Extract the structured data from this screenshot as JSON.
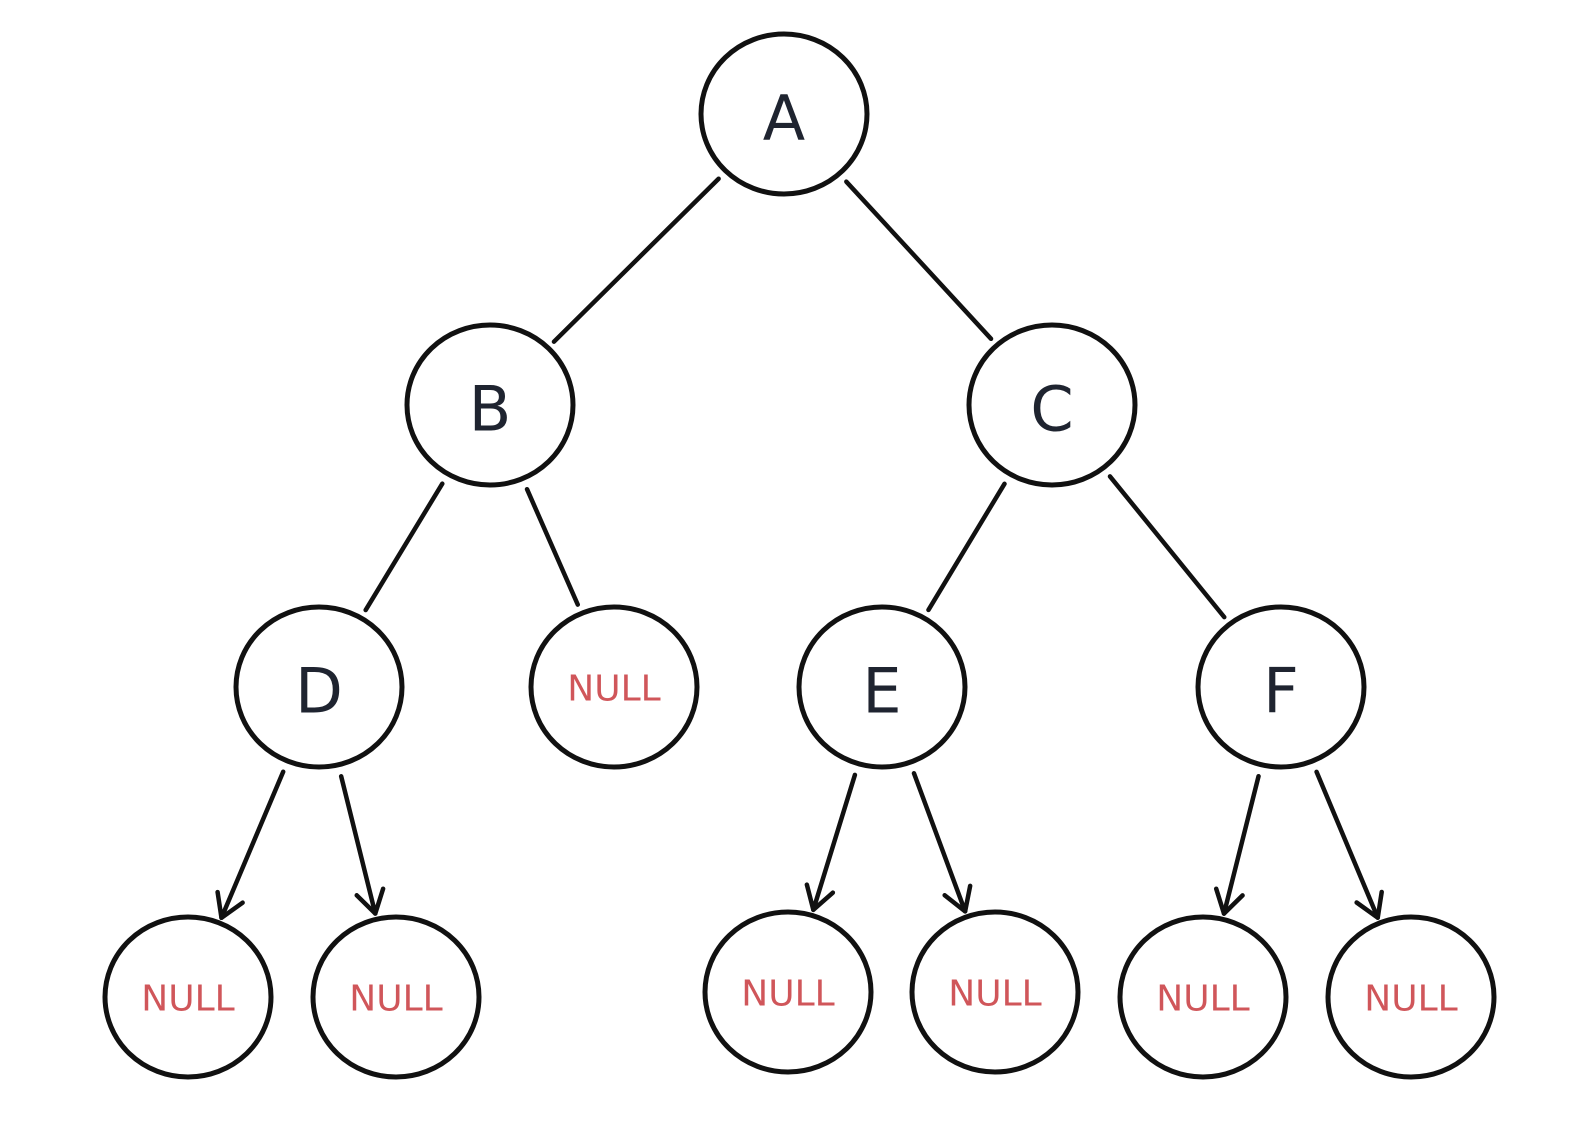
{
  "colors": {
    "stroke": "#111111",
    "node_text": "#1f2430",
    "null_text": "#d0565a",
    "background": "#ffffff"
  },
  "tree": {
    "nodes": [
      {
        "id": "A",
        "label": "A",
        "kind": "node"
      },
      {
        "id": "B",
        "label": "B",
        "kind": "node"
      },
      {
        "id": "C",
        "label": "C",
        "kind": "node"
      },
      {
        "id": "D",
        "label": "D",
        "kind": "node"
      },
      {
        "id": "B_R",
        "label": "NULL",
        "kind": "null"
      },
      {
        "id": "E",
        "label": "E",
        "kind": "node"
      },
      {
        "id": "F",
        "label": "F",
        "kind": "node"
      },
      {
        "id": "D_L",
        "label": "NULL",
        "kind": "null"
      },
      {
        "id": "D_R",
        "label": "NULL",
        "kind": "null"
      },
      {
        "id": "E_L",
        "label": "NULL",
        "kind": "null"
      },
      {
        "id": "E_R",
        "label": "NULL",
        "kind": "null"
      },
      {
        "id": "F_L",
        "label": "NULL",
        "kind": "null"
      },
      {
        "id": "F_R",
        "label": "NULL",
        "kind": "null"
      }
    ],
    "edges": [
      {
        "from": "A",
        "to": "B",
        "style": "line"
      },
      {
        "from": "A",
        "to": "C",
        "style": "line"
      },
      {
        "from": "B",
        "to": "D",
        "style": "line"
      },
      {
        "from": "B",
        "to": "B_R",
        "style": "line"
      },
      {
        "from": "C",
        "to": "E",
        "style": "line"
      },
      {
        "from": "C",
        "to": "F",
        "style": "line"
      },
      {
        "from": "D",
        "to": "D_L",
        "style": "arrow"
      },
      {
        "from": "D",
        "to": "D_R",
        "style": "arrow"
      },
      {
        "from": "E",
        "to": "E_L",
        "style": "arrow"
      },
      {
        "from": "E",
        "to": "E_R",
        "style": "arrow"
      },
      {
        "from": "F",
        "to": "F_L",
        "style": "arrow"
      },
      {
        "from": "F",
        "to": "F_R",
        "style": "arrow"
      }
    ]
  }
}
